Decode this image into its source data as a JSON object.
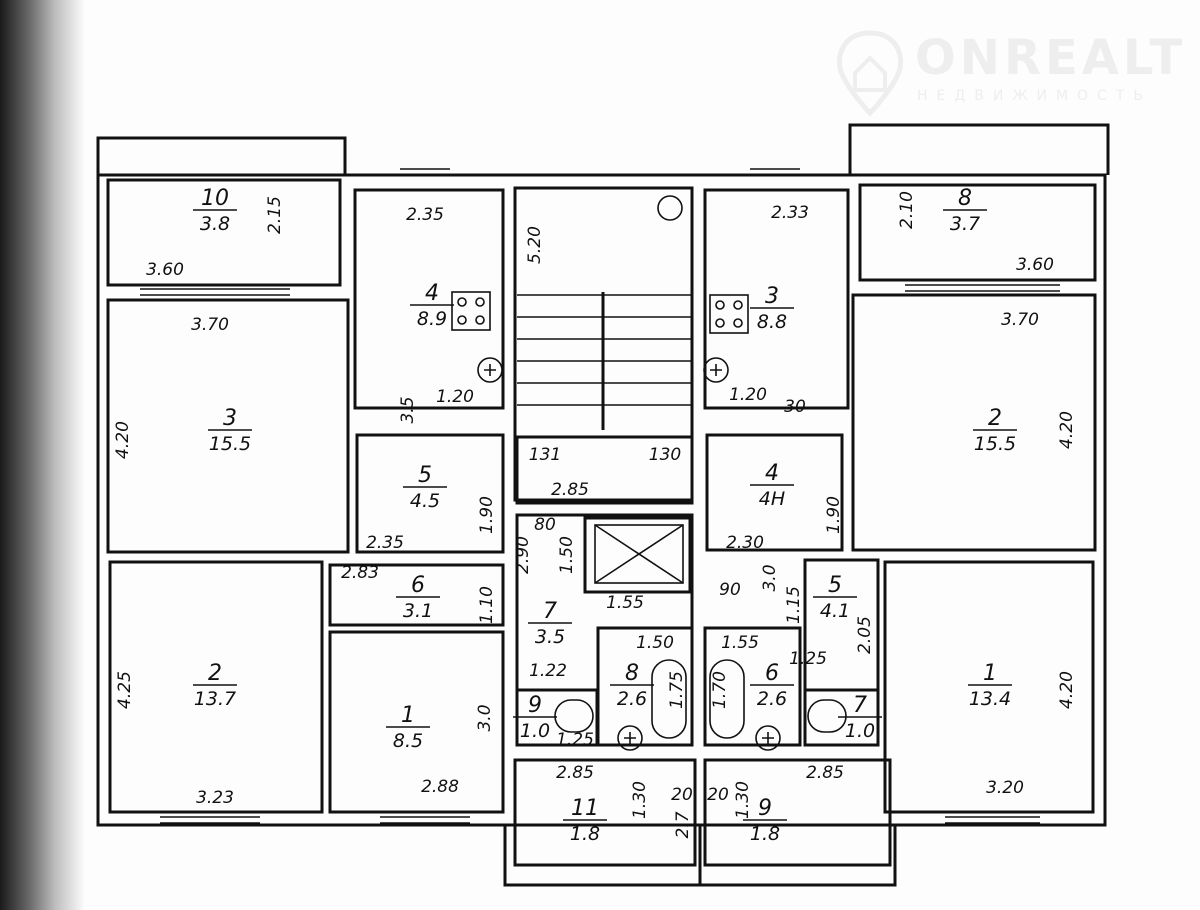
{
  "watermark": {
    "title": "ONREALT",
    "subtitle": "НЕДВИЖИМОСТЬ"
  },
  "rooms": [
    {
      "id": "left-balcony",
      "number": "10",
      "area": "3.8"
    },
    {
      "id": "left-kitchen",
      "number": "4",
      "area": "8.9"
    },
    {
      "id": "left-living",
      "number": "3",
      "area": "15.5"
    },
    {
      "id": "left-hall",
      "number": "5",
      "area": "4.5"
    },
    {
      "id": "left-corridor",
      "number": "6",
      "area": "3.1"
    },
    {
      "id": "left-bedroom",
      "number": "2",
      "area": "13.7"
    },
    {
      "id": "left-room-small",
      "number": "1",
      "area": "8.5"
    },
    {
      "id": "center-hall",
      "number": "7",
      "area": "3.5"
    },
    {
      "id": "center-bath",
      "number": "8",
      "area": "2.6"
    },
    {
      "id": "center-wc",
      "number": "9",
      "area": "1.0"
    },
    {
      "id": "center-loggia-left",
      "number": "11",
      "area": "1.8"
    },
    {
      "id": "right-balcony",
      "number": "8",
      "area": "3.7"
    },
    {
      "id": "right-kitchen",
      "number": "3",
      "area": "8.8"
    },
    {
      "id": "right-living",
      "number": "2",
      "area": "15.5"
    },
    {
      "id": "right-hall",
      "number": "4",
      "area": "4H"
    },
    {
      "id": "right-corridor",
      "number": "5",
      "area": "4.1"
    },
    {
      "id": "right-bath",
      "number": "6",
      "area": "2.6"
    },
    {
      "id": "right-wc",
      "number": "7",
      "area": "1.0"
    },
    {
      "id": "right-bedroom",
      "number": "1",
      "area": "13.4"
    },
    {
      "id": "right-loggia",
      "number": "9",
      "area": "1.8"
    }
  ],
  "dimensions": [
    "2.15",
    "3.60",
    "3.70",
    "2.35",
    "5.20",
    "2.33",
    "2.10",
    "3.60",
    "3.70",
    "4.20",
    "1.20",
    "3.5",
    "131",
    "130",
    "2.85",
    "1.20",
    "30",
    "4.20",
    "1.90",
    "2.35",
    "1.90",
    "2.30",
    "80",
    "2.90",
    "1.50",
    "2.83",
    "1.10",
    "1.55",
    "90",
    "3.0",
    "1.15",
    "2.05",
    "1.50",
    "1.55",
    "1.22",
    "1.25",
    "1.75",
    "1.70",
    "1.25",
    "4.25",
    "3.0",
    "4.20",
    "3.23",
    "2.88",
    "2.85",
    "2.85",
    "3.20",
    "1.30",
    "20",
    "20",
    "1.30",
    "2.7"
  ]
}
